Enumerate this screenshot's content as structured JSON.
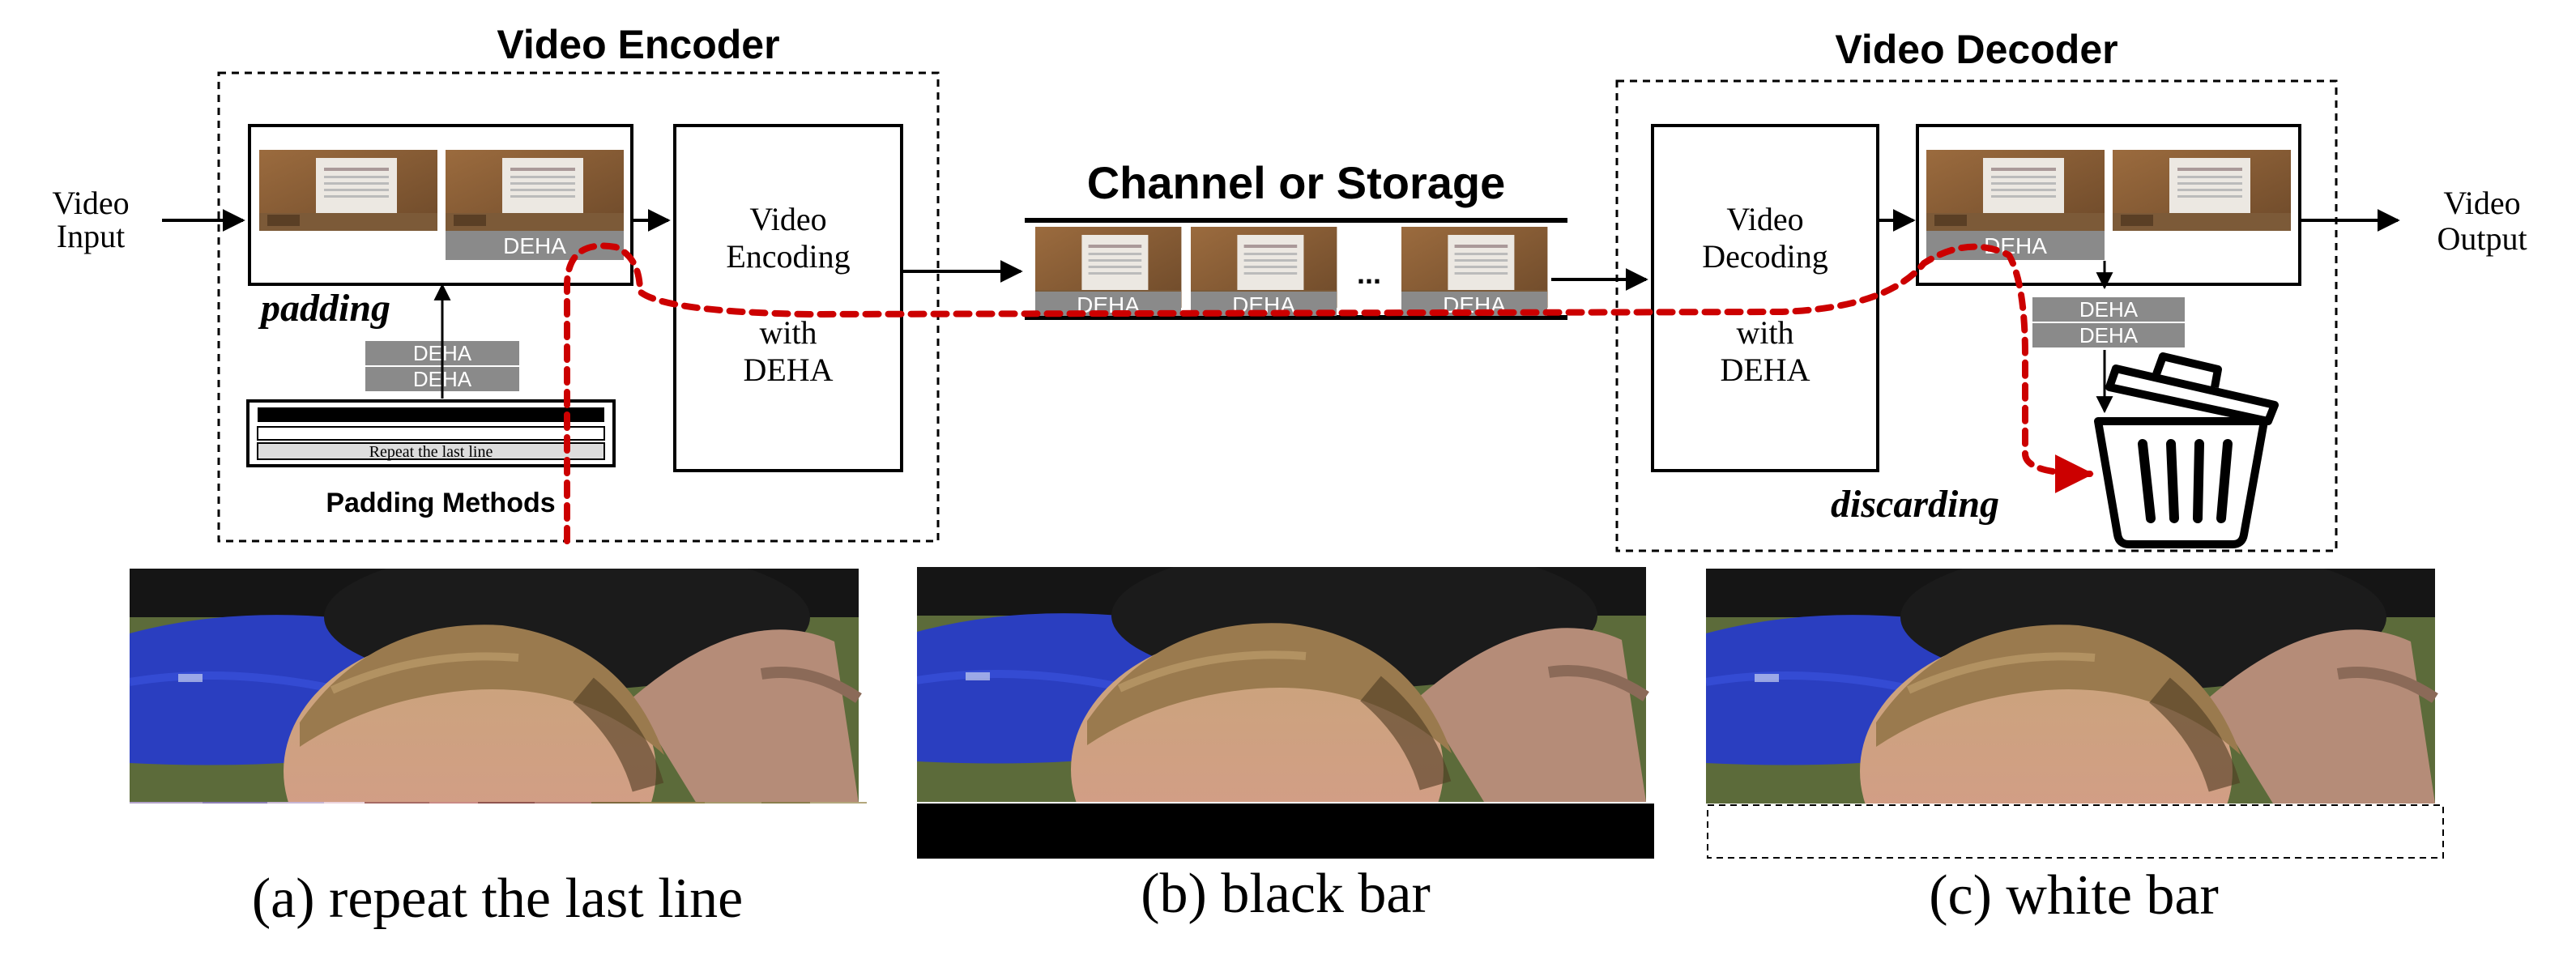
{
  "encoder": {
    "title": "Video Encoder",
    "video_input": [
      "Video",
      "Input"
    ],
    "padding_label": "padding",
    "deha_tag": "DEHA",
    "deha_stack": [
      "DEHA",
      "DEHA"
    ],
    "repeat_line": "Repeat the last line",
    "padding_methods": "Padding Methods",
    "encoding_box": [
      "Video",
      "Encoding",
      "with",
      "DEHA"
    ]
  },
  "channel": {
    "title": "Channel or Storage",
    "frame_tag": "DEHA",
    "ellipsis": "..."
  },
  "decoder": {
    "title": "Video Decoder",
    "decoding_box": [
      "Video",
      "Decoding",
      "with",
      "DEHA"
    ],
    "deha_tag": "DEHA",
    "deha_stack": [
      "DEHA",
      "DEHA"
    ],
    "discarding_label": "discarding",
    "video_output": [
      "Video",
      "Output"
    ]
  },
  "examples": [
    {
      "caption": "(a) repeat the last line",
      "bar": "repeat"
    },
    {
      "caption": "(b) black bar",
      "bar": "black"
    },
    {
      "caption": "(c) white bar",
      "bar": "white"
    }
  ],
  "colors": {
    "ink": "#000000",
    "tag_gray": "#8a8a8a",
    "red_path": "#cc0000",
    "shirt_blue": "#2a3ec0",
    "hair": "#9a7a4e",
    "grass": "#7a7a3a",
    "skin": "#d8a89a"
  }
}
